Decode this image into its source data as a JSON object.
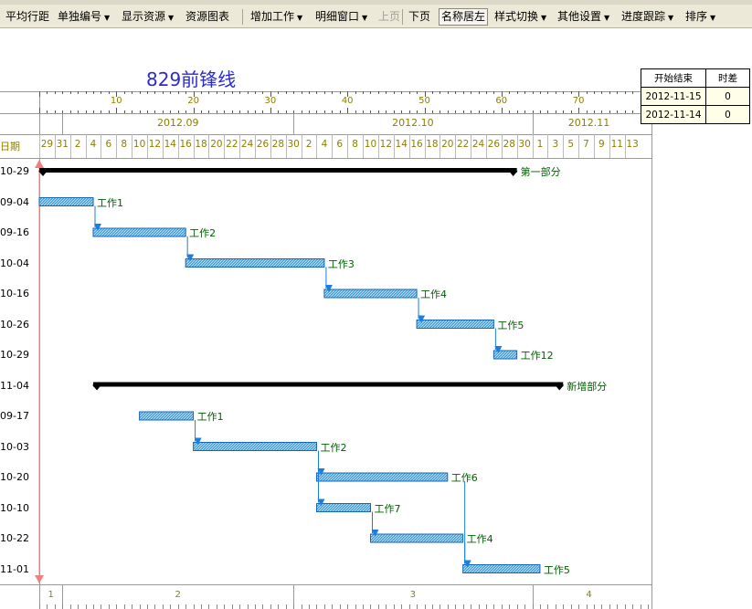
{
  "toolbar": {
    "items": [
      {
        "label": "平均行距",
        "dropdown": false
      },
      {
        "label": "单独编号",
        "dropdown": true
      },
      {
        "label": "显示资源",
        "dropdown": true
      },
      {
        "label": "资源图表",
        "dropdown": false
      },
      {
        "label": "增加工作",
        "dropdown": true
      },
      {
        "label": "明细窗口",
        "dropdown": true
      },
      {
        "label": "上页",
        "dropdown": false,
        "disabled": true
      },
      {
        "label": "下页",
        "dropdown": false
      },
      {
        "label": "名称居左",
        "dropdown": false,
        "boxed": true
      },
      {
        "label": "样式切换",
        "dropdown": true
      },
      {
        "label": "其他设置",
        "dropdown": true
      },
      {
        "label": "进度跟踪",
        "dropdown": true
      },
      {
        "label": "排序",
        "dropdown": true
      }
    ]
  },
  "chart": {
    "title": "829前锋线",
    "date_column_header": "日期",
    "scale_numbers": [
      "10",
      "20",
      "30",
      "40",
      "50",
      "60",
      "70"
    ],
    "months": [
      "2012.09",
      "2012.10",
      "2012.11"
    ],
    "days": [
      "29",
      "31",
      "2",
      "4",
      "6",
      "8",
      "10",
      "12",
      "14",
      "16",
      "18",
      "20",
      "22",
      "24",
      "26",
      "28",
      "30",
      "2",
      "4",
      "6",
      "8",
      "10",
      "12",
      "14",
      "16",
      "18",
      "20",
      "22",
      "24",
      "26",
      "28",
      "30",
      "1",
      "3",
      "5",
      "7",
      "9",
      "11",
      "13"
    ],
    "bottom_labels": [
      "1",
      "2",
      "3",
      "4"
    ],
    "colors": {
      "task_fill": "#4aa3df",
      "task_border": "#1565b8",
      "summary": "#000000",
      "link": "#1a7de0",
      "label": "#006000",
      "scale_text": "#8b8000",
      "title": "#2a2ad0"
    },
    "rows": [
      {
        "date": "10-29",
        "type": "summary",
        "start": 0,
        "end": 62,
        "label": "第一部分"
      },
      {
        "date": "09-04",
        "type": "task",
        "start": 0,
        "end": 7,
        "label": "工作1"
      },
      {
        "date": "09-16",
        "type": "task",
        "start": 7,
        "end": 19,
        "label": "工作2"
      },
      {
        "date": "10-04",
        "type": "task",
        "start": 19,
        "end": 37,
        "label": "工作3"
      },
      {
        "date": "10-16",
        "type": "task",
        "start": 37,
        "end": 49,
        "label": "工作4"
      },
      {
        "date": "10-26",
        "type": "task",
        "start": 49,
        "end": 59,
        "label": "工作5"
      },
      {
        "date": "10-29",
        "type": "task",
        "start": 59,
        "end": 62,
        "label": "工作12"
      },
      {
        "date": "11-04",
        "type": "summary",
        "start": 7,
        "end": 68,
        "label": "新增部分"
      },
      {
        "date": "09-17",
        "type": "task",
        "start": 13,
        "end": 20,
        "label": "工作1"
      },
      {
        "date": "10-03",
        "type": "task",
        "start": 20,
        "end": 36,
        "label": "工作2"
      },
      {
        "date": "10-20",
        "type": "task",
        "start": 36,
        "end": 53,
        "label": "工作6"
      },
      {
        "date": "10-10",
        "type": "task",
        "start": 36,
        "end": 43,
        "label": "工作7"
      },
      {
        "date": "10-22",
        "type": "task",
        "start": 43,
        "end": 55,
        "label": "工作4"
      },
      {
        "date": "11-01",
        "type": "task",
        "start": 55,
        "end": 65,
        "label": "工作5"
      }
    ],
    "links": [
      [
        1,
        2
      ],
      [
        2,
        3
      ],
      [
        3,
        4
      ],
      [
        4,
        5
      ],
      [
        5,
        6
      ],
      [
        8,
        9
      ],
      [
        9,
        10
      ],
      [
        9,
        11
      ],
      [
        11,
        12
      ],
      [
        10,
        13
      ],
      [
        12,
        13
      ]
    ]
  },
  "info_table": {
    "headers": [
      "开始结束",
      "时差"
    ],
    "rows": [
      [
        "2012-11-15",
        "0"
      ],
      [
        "2012-11-14",
        "0"
      ]
    ]
  }
}
